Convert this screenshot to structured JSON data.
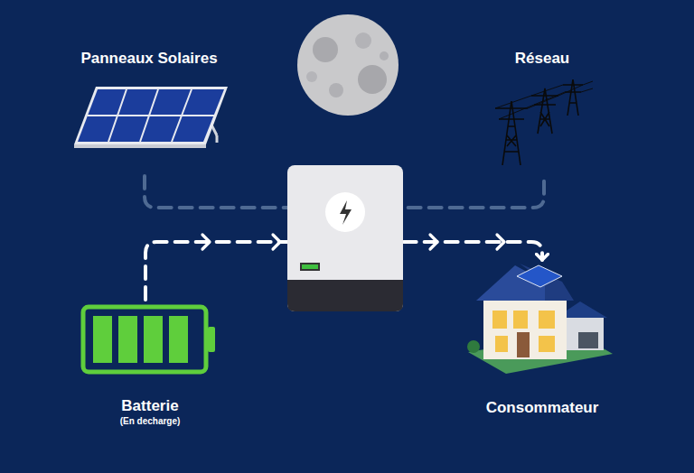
{
  "diagram": {
    "nodes": [
      {
        "text": [
          "Panneaux Solaires"
        ]
      },
      {
        "text": [
          "Réseau"
        ]
      },
      {
        "text": [
          "Batterie",
          "(En decharge)"
        ]
      },
      {
        "text": [
          "Consommateur"
        ]
      }
    ],
    "edges": [
      {
        "from": 0,
        "to": 1,
        "arrow": "none"
      },
      {
        "from": 2,
        "to": 3,
        "arrow": "to"
      }
    ]
  }
}
